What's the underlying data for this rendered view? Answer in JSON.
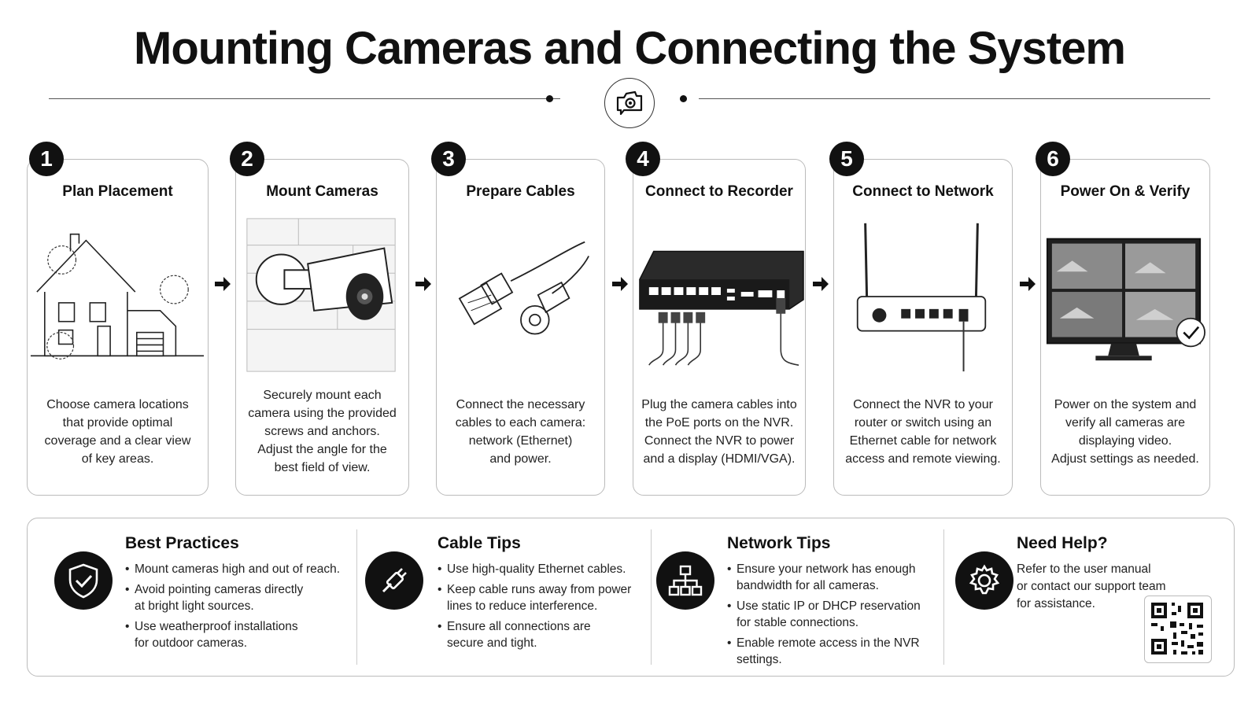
{
  "header": {
    "title": "Mounting Cameras and Connecting the System",
    "center_icon": "camera-icon"
  },
  "steps": [
    {
      "number": "1",
      "title": "Plan Placement",
      "illustration": "house-icon",
      "desc": [
        "Choose camera locations",
        "that provide optimal",
        "coverage and a clear view",
        "of key areas."
      ]
    },
    {
      "number": "2",
      "title": "Mount Cameras",
      "illustration": "bullet-camera-icon",
      "desc": [
        "Securely mount each",
        "camera using the provided",
        "screws and anchors.",
        "Adjust the angle for the",
        "best field of view."
      ]
    },
    {
      "number": "3",
      "title": "Prepare Cables",
      "illustration": "cable-connectors-icon",
      "desc": [
        "Connect the necessary",
        "cables to each camera:",
        "network (Ethernet)",
        "and power."
      ]
    },
    {
      "number": "4",
      "title": "Connect to Recorder",
      "illustration": "nvr-recorder-icon",
      "desc": [
        "Plug the camera cables into",
        "the PoE ports on the NVR.",
        "Connect the NVR to power",
        "and a display (HDMI/VGA)."
      ]
    },
    {
      "number": "5",
      "title": "Connect to Network",
      "illustration": "router-icon",
      "desc": [
        "Connect the NVR to your",
        "router or switch using an",
        "Ethernet cable for network",
        "access and remote viewing."
      ]
    },
    {
      "number": "6",
      "title": "Power On & Verify",
      "illustration": "monitor-icon",
      "desc": [
        "Power on the system and",
        "verify all cameras are",
        "displaying video.",
        "Adjust settings as needed."
      ]
    }
  ],
  "tips": {
    "best_practices": {
      "title": "Best Practices",
      "icon": "shield-check-icon",
      "items": [
        [
          "Mount cameras high and out of reach."
        ],
        [
          "Avoid pointing cameras directly",
          "at bright light sources."
        ],
        [
          "Use weatherproof installations",
          "for outdoor cameras."
        ]
      ]
    },
    "cable_tips": {
      "title": "Cable Tips",
      "icon": "cable-plug-icon",
      "items": [
        [
          "Use high-quality Ethernet cables."
        ],
        [
          "Keep cable runs away from power",
          "lines to reduce interference."
        ],
        [
          "Ensure all connections are",
          "secure and tight."
        ]
      ]
    },
    "network_tips": {
      "title": "Network Tips",
      "icon": "network-icon",
      "items": [
        [
          "Ensure your network has enough",
          "bandwidth for all cameras."
        ],
        [
          "Use static IP or DHCP reservation",
          "for stable connections."
        ],
        [
          "Enable remote access in the NVR",
          "settings."
        ]
      ]
    },
    "need_help": {
      "title": "Need Help?",
      "icon": "gear-icon",
      "text": [
        "Refer to the user manual",
        "or contact our support team",
        "for assistance."
      ],
      "qr": "qr-code-icon"
    }
  }
}
